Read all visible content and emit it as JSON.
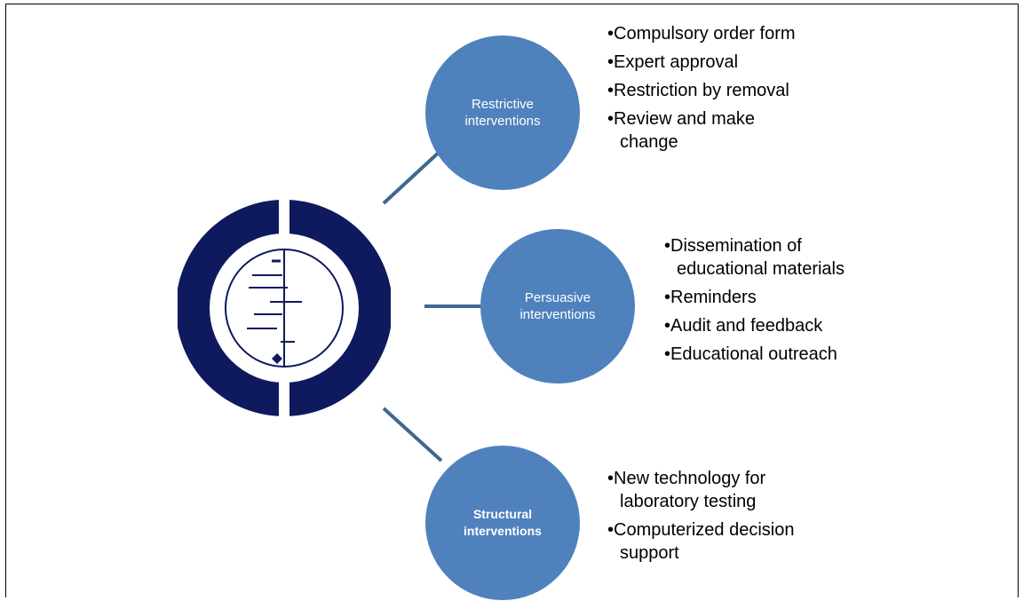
{
  "colors": {
    "node": "#4f81bd",
    "logo": "#0f1a5e",
    "connector": "#3e6791"
  },
  "logo": {
    "icon": "cochrane-logo-icon"
  },
  "nodes": [
    {
      "label": "Restrictive\ninterventions",
      "items": [
        "Compulsory order form",
        "Expert approval",
        "Restriction by removal",
        "Review and make\nchange"
      ]
    },
    {
      "label": "Persuasive\ninterventions",
      "items": [
        "Dissemination of\neducational materials",
        "Reminders",
        "Audit and feedback",
        "Educational outreach"
      ]
    },
    {
      "label": "Structural\ninterventions",
      "items": [
        "New technology for\nlaboratory testing",
        "Computerized decision\nsupport"
      ]
    }
  ]
}
